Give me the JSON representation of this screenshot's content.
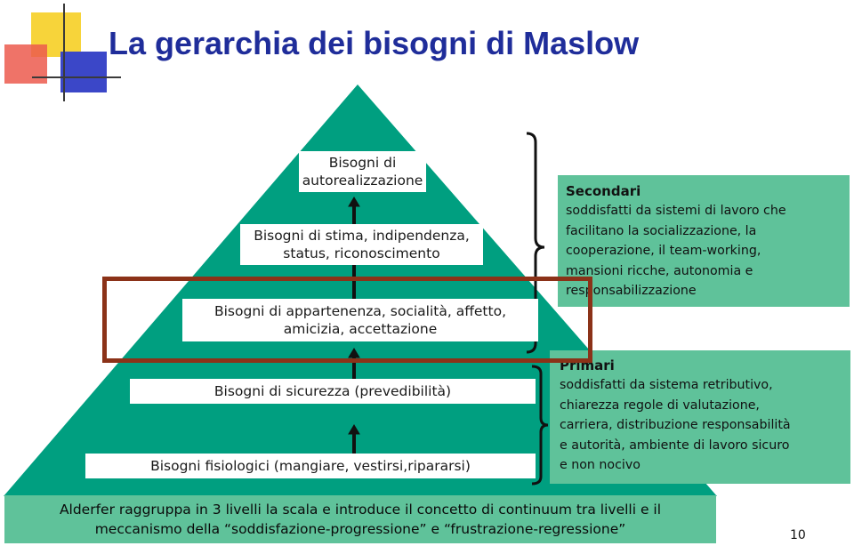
{
  "title": "La gerarchia dei bisogni di Maslow",
  "pyramid": {
    "levels": [
      {
        "text": [
          "Bisogni di",
          "autorealizzazione"
        ]
      },
      {
        "text": [
          "Bisogni di stima, indipendenza,",
          "status, riconoscimento"
        ]
      },
      {
        "text": [
          "Bisogni di appartenenza, socialità, affetto,",
          "amicizia, accettazione"
        ]
      },
      {
        "text": [
          "Bisogni di sicurezza (prevedibilità)"
        ]
      },
      {
        "text": [
          "Bisogni fisiologici (mangiare, vestirsi,ripararsi)"
        ]
      }
    ]
  },
  "secondari": {
    "heading": "Secondari",
    "lines": [
      "soddisfatti da sistemi di lavoro che",
      "facilitano la socializzazione, la",
      "cooperazione, il team-working,",
      "mansioni ricche, autonomia e",
      "responsabilizzazione"
    ]
  },
  "primari": {
    "heading": "Primari",
    "lines": [
      "soddisfatti da sistema retributivo,",
      "chiarezza regole di valutazione,",
      "carriera, distribuzione responsabilità",
      "e autorità, ambiente di lavoro sicuro",
      "e non nocivo"
    ]
  },
  "footer": {
    "line1": "Alderfer raggruppa in 3 livelli la scala e introduce il concetto di continuum tra livelli e il",
    "line2": "meccanismo della “soddisfazione-progressione” e “frustrazione-regressione”"
  },
  "page_number": "10",
  "colors": {
    "title": "#1f2d9a",
    "pyramid": "#009f80",
    "panel": "#5fc29a",
    "highlight": "#8b3218"
  }
}
